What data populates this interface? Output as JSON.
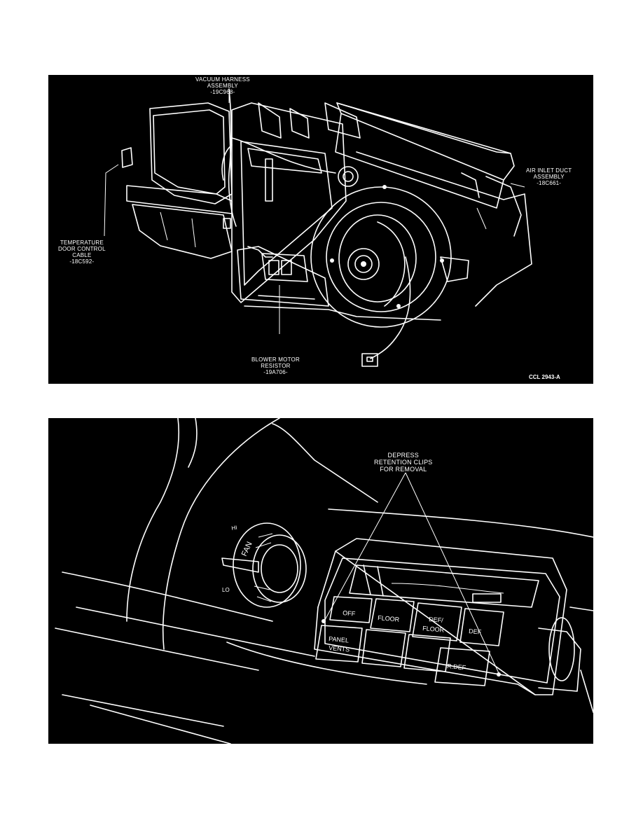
{
  "figure_1": {
    "labels": {
      "vacuum_harness": [
        "VACUUM HARNESS",
        "ASSEMBLY",
        "-19C968-"
      ],
      "air_inlet_duct": [
        "AIR INLET DUCT",
        "ASSEMBLY",
        "-18C661-"
      ],
      "temperature_door_cable": [
        "TEMPERATURE",
        "DOOR CONTROL",
        "CABLE",
        "-18C592-"
      ],
      "blower_motor_resistor": [
        "BLOWER MOTOR",
        "RESISTOR",
        "-19A706-"
      ]
    },
    "figure_id": "CCL 2943-A"
  },
  "figure_2": {
    "callout": [
      "DEPRESS",
      "RETENTION CLIPS",
      "FOR REMOVAL"
    ],
    "knob_labels": {
      "hi": "HI",
      "fan": "FAN",
      "lo": "LO"
    },
    "buttons": {
      "off": "OFF",
      "floor": "FLOOR",
      "def_floor": [
        "DEF/",
        "FLOOR"
      ],
      "def": "DEF",
      "panel_vents": [
        "PANEL",
        "VENTS"
      ],
      "r_def": "R.DEF"
    }
  }
}
